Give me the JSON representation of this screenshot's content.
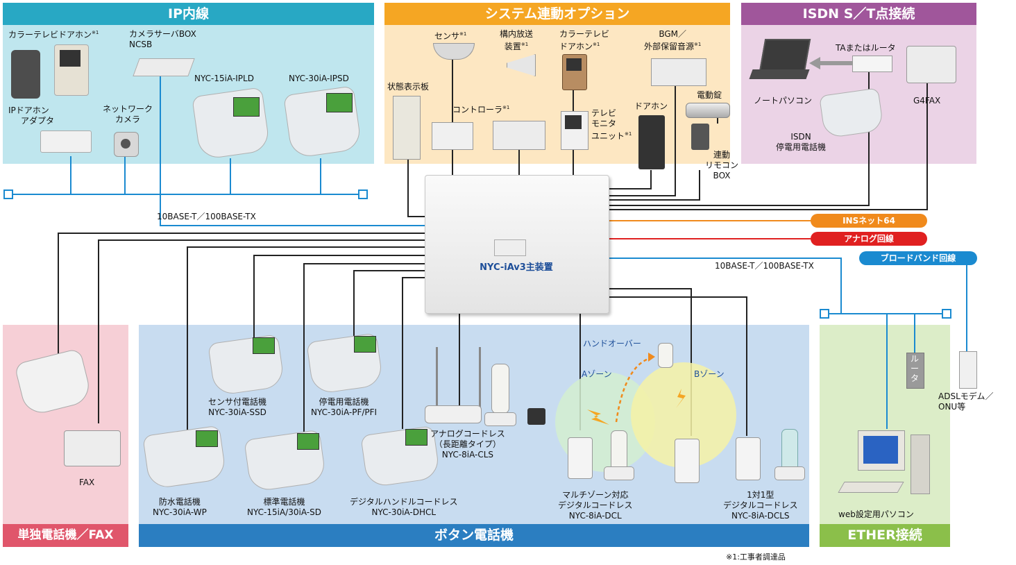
{
  "sections": {
    "ip": {
      "title": "IP内線",
      "color": "#28a8c4",
      "bg": "#bfe6ee"
    },
    "system": {
      "title": "システム連動オプション",
      "color": "#f5a623",
      "bg": "#fde7c2"
    },
    "isdn": {
      "title": "ISDN S／T点接続",
      "color": "#a0569b",
      "bg": "#ebd3e6"
    },
    "single": {
      "title": "単独電話機／FAX",
      "color": "#e0566b",
      "bg": "#f6cfd6"
    },
    "button": {
      "title": "ボタン電話機",
      "color": "#2b7ec1",
      "bg": "#c8dcf0"
    },
    "ether": {
      "title": "ETHER接続",
      "color": "#8bbf4a",
      "bg": "#dcedc8"
    }
  },
  "ip": {
    "color_doorphone": "カラーテレビドアホン",
    "camera_server": "カメラサーバBOX",
    "camera_server_model": "NCSB",
    "ip_phone1": "NYC-15iA-IPLD",
    "ip_phone2": "NYC-30iA-IPSD",
    "ip_door_adapter1": "IPドアホン",
    "ip_door_adapter2": "アダプタ",
    "network_camera1": "ネットワーク",
    "network_camera2": "カメラ",
    "lan": "10BASE-T／100BASE-TX"
  },
  "system": {
    "sensor": "センサ",
    "pa1": "構内放送",
    "pa2": "装置",
    "tv_doorphone1": "カラーテレビ",
    "tv_doorphone2": "ドアホン",
    "bgm1": "BGM／",
    "bgm2": "外部保留音源",
    "status_board": "状態表示板",
    "controller": "コントローラ",
    "monitor1": "テレビ",
    "monitor2": "モニタ",
    "monitor3": "ユニット",
    "doorphone": "ドアホン",
    "elock": "電動錠",
    "remote1": "連動",
    "remote2": "リモコン",
    "remote3": "BOX",
    "note_mark": "※1"
  },
  "isdn": {
    "ta_router": "TAまたはルータ",
    "notebook": "ノートパソコン",
    "g4fax": "G4FAX",
    "isdn_phone1": "ISDN",
    "isdn_phone2": "停電用電話機"
  },
  "main_unit": "NYC-iAv3主装置",
  "lines": {
    "ins": {
      "label": "INSネット64",
      "color": "#f08a1c"
    },
    "analog": {
      "label": "アナログ回線",
      "color": "#e02020"
    },
    "broadband": {
      "label": "ブロードバンド回線",
      "color": "#1a8ad0"
    },
    "lan2": "10BASE-T／100BASE-TX"
  },
  "single": {
    "fax": "FAX"
  },
  "button": {
    "ssd1": "センサ付電話機",
    "ssd2": "NYC-30iA-SSD",
    "pf1": "停電用電話機",
    "pf2": "NYC-30iA-PF/PFI",
    "wp1": "防水電話機",
    "wp2": "NYC-30iA-WP",
    "std1": "標準電話機",
    "std2": "NYC-15iA/30iA-SD",
    "dhcl1": "デジタルハンドルコードレス",
    "dhcl2": "NYC-30iA-DHCL",
    "cls1": "アナログコードレス",
    "cls2": "（長距離タイプ）",
    "cls3": "NYC-8iA-CLS",
    "handover": "ハンドオーバー",
    "zone_a": "Aゾーン",
    "zone_b": "Bゾーン",
    "dcl1": "マルチゾーン対応",
    "dcl2": "デジタルコードレス",
    "dcl3": "NYC-8iA-DCL",
    "dcls1": "1対1型",
    "dcls2": "デジタルコードレス",
    "dcls3": "NYC-8iA-DCLS"
  },
  "ether": {
    "router": "ルータ",
    "modem1": "ADSLモデム／",
    "modem2": "ONU等",
    "pc": "web設定用パソコン"
  },
  "footnote": "※1:工事者調達品"
}
